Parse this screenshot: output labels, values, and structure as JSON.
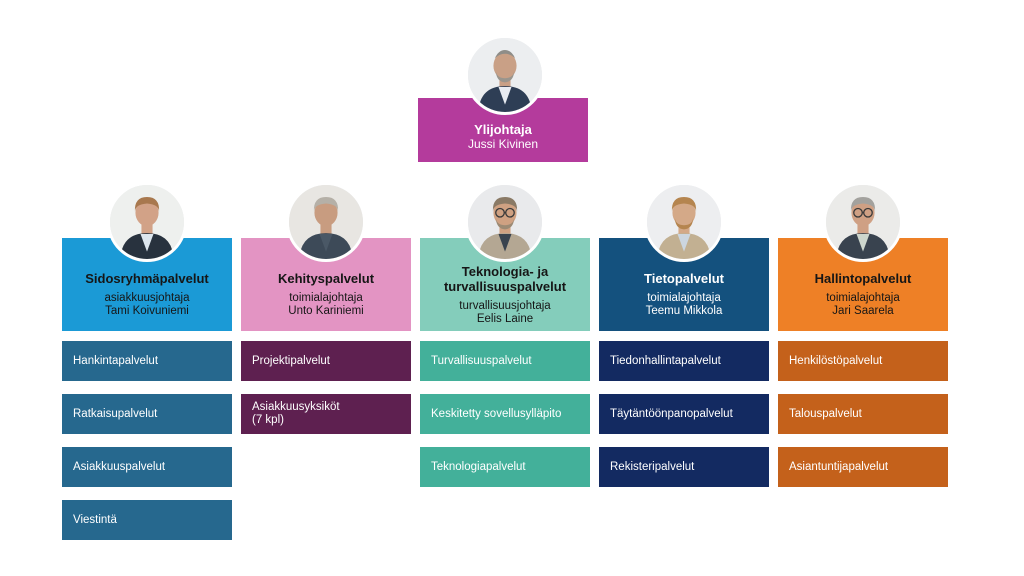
{
  "page": {
    "background": "#ffffff"
  },
  "root": {
    "title": "Ylijohtaja",
    "name": "Jussi Kivinen",
    "color": "#b43b9c",
    "text_color": "#ffffff",
    "avatar": {
      "bg": "#eceef0",
      "skin": "#c9a086",
      "hair": "#8f8d88",
      "beard": "#9a958d",
      "jacket": "#2e3e55",
      "shirt": "#e8ecf2",
      "glasses": false,
      "bald": true
    }
  },
  "columns": [
    {
      "title": "Sidosryhmäpalvelut",
      "role": "asiakkuusjohtaja",
      "name": "Tami Koivuniemi",
      "header_color": "#1b9ad6",
      "header_text_color": "#161616",
      "item_color": "#26688e",
      "items": [
        "Hankintapalvelut",
        "Ratkaisupalvelut",
        "Asiakkuuspalvelut",
        "Viestintä"
      ],
      "avatar": {
        "bg": "#eef0ee",
        "skin": "#d2a287",
        "hair": "#a8784e",
        "beard": null,
        "jacket": "#28323e",
        "shirt": "#dde6ee",
        "glasses": false,
        "bald": false
      }
    },
    {
      "title": "Kehityspalvelut",
      "role": "toimialajohtaja",
      "name": "Unto Kariniemi",
      "header_color": "#e394c3",
      "header_text_color": "#161616",
      "item_color": "#5e2050",
      "items": [
        "Projektipalvelut",
        "Asiakkuusyksiköt\n(7 kpl)"
      ],
      "avatar": {
        "bg": "#e8e6e2",
        "skin": "#c89c80",
        "hair": "#b5b0a7",
        "beard": null,
        "jacket": "#3d4a58",
        "shirt": "#4a5866",
        "glasses": false,
        "bald": false
      }
    },
    {
      "title": "Teknologia- ja turvallisuuspalvelut",
      "role": "turvallisuusjohtaja",
      "name": "Eelis Laine",
      "header_color": "#84cdbb",
      "header_text_color": "#161616",
      "item_color": "#43b09a",
      "items": [
        "Turvallisuuspalvelut",
        "Keskitetty sovellusylläpito",
        "Teknologiapalvelut"
      ],
      "avatar": {
        "bg": "#e9eaec",
        "skin": "#cfa182",
        "hair": "#8a7a66",
        "beard": "#9c8a74",
        "jacket": "#b4a793",
        "shirt": "#39434f",
        "glasses": true,
        "bald": false
      }
    },
    {
      "title": "Tietopalvelut",
      "role": "toimialajohtaja",
      "name": "Teemu Mikkola",
      "header_color": "#14517e",
      "header_text_color": "#ffffff",
      "item_color": "#132a61",
      "items": [
        "Tiedonhallintapalvelut",
        "Täytäntöönpanopalvelut",
        "Rekisteripalvelut"
      ],
      "avatar": {
        "bg": "#edeef0",
        "skin": "#d4a988",
        "hair": "#b5854f",
        "beard": "#b5854f",
        "jacket": "#c2b092",
        "shirt": "#ccd6e0",
        "glasses": false,
        "bald": false
      }
    },
    {
      "title": "Hallintopalvelut",
      "role": "toimialajohtaja",
      "name": "Jari Saarela",
      "header_color": "#ee8026",
      "header_text_color": "#161616",
      "item_color": "#c4611b",
      "items": [
        "Henkilöstöpalvelut",
        "Talouspalvelut",
        "Asiantuntijapalvelut"
      ],
      "avatar": {
        "bg": "#ebebe9",
        "skin": "#cfa084",
        "hair": "#a3a29e",
        "beard": null,
        "jacket": "#39434f",
        "shirt": "#cdd6cd",
        "glasses": true,
        "bald": false
      }
    }
  ]
}
